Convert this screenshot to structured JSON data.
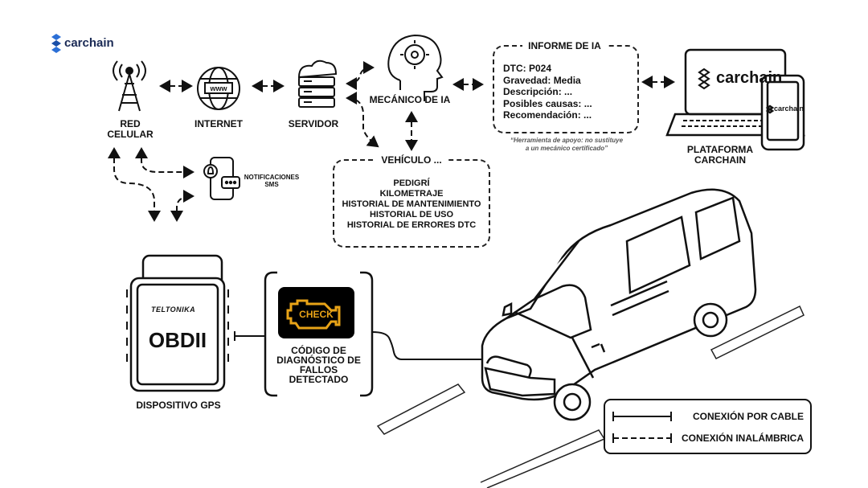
{
  "brand": {
    "name": "carchain"
  },
  "nodes": {
    "cell": "RED\nCELULAR",
    "internet": "INTERNET",
    "server": "SERVIDOR",
    "mechanic": "MECÁNICO DE IA",
    "sms": "NOTIFICACIONES\nSMS",
    "platform": "PLATAFORMA\nCARCHAIN",
    "gps": "DISPOSITIVO GPS",
    "obd_label": "OBDII",
    "teltonika": "TELTONIKA",
    "check": "CHECK"
  },
  "ia_report": {
    "title": "INFORME DE IA",
    "lines": [
      "DTC: P024",
      "Gravedad: Media",
      "Descripción: ...",
      "Posibles causas: ...",
      "Recomendación: ..."
    ],
    "disclaimer_1": "“Herramienta de apoyo: no sustituye",
    "disclaimer_2": "a un mecánico certificado”"
  },
  "vehicle": {
    "title": "VEHÍCULO ...",
    "items": [
      "PEDIGRÍ",
      "KILOMETRAJE",
      "HISTORIAL DE MANTENIMIENTO",
      "HISTORIAL DE USO",
      "HISTORIAL DE ERRORES DTC"
    ]
  },
  "dtc": {
    "label": "CÓDIGO DE\nDIAGNÓSTICO DE\nFALLOS\nDETECTADO"
  },
  "legend": {
    "cable": "CONEXIÓN POR CABLE",
    "wireless": "CONEXIÓN INALÁMBRICA"
  },
  "colors": {
    "check_bg": "#000000",
    "check_engine": "#e8a317",
    "ink": "#111111"
  }
}
